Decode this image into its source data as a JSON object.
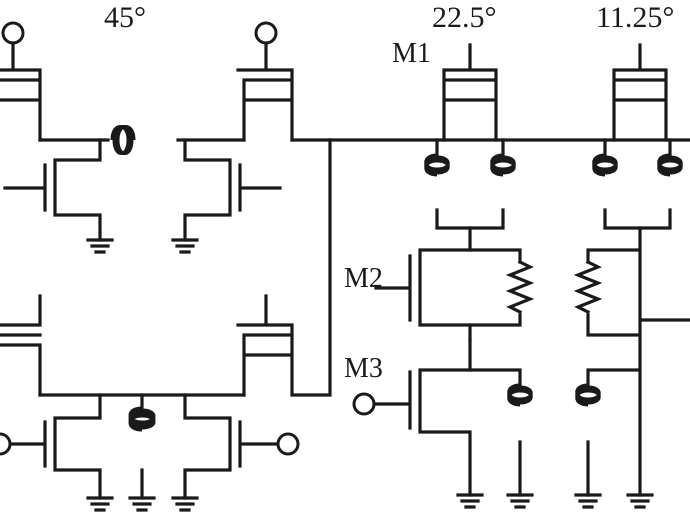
{
  "labels": {
    "phase_45": "45°",
    "phase_22_5": "22.5°",
    "phase_11_25": "11.25°",
    "m1": "M1",
    "m2": "M2",
    "m3": "M3"
  },
  "colors": {
    "wire": "#1a1a1a",
    "background": "#ffffff"
  }
}
